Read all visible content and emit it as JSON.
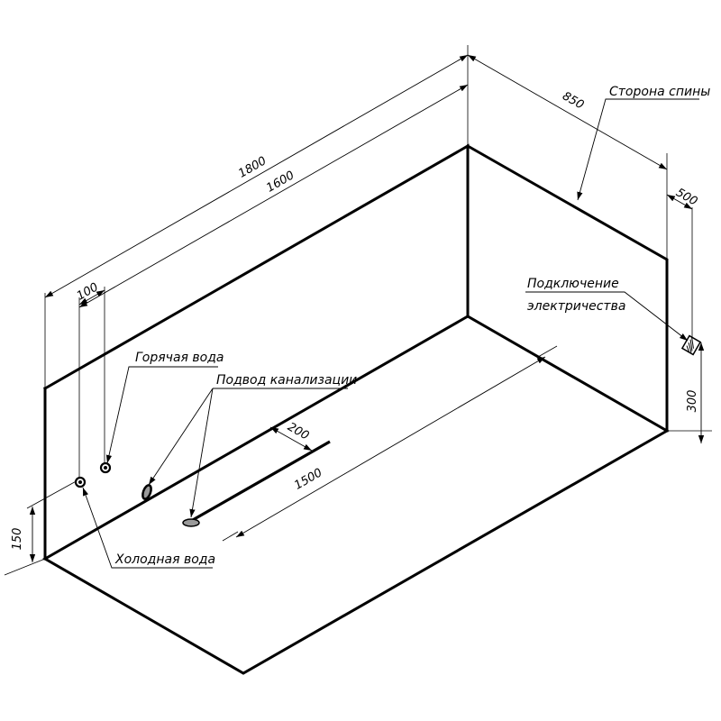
{
  "dimensions": {
    "total_length": "1800",
    "inner_length": "1600",
    "width": "850",
    "offset_500": "500",
    "offset_100": "100",
    "height_300": "300",
    "height_150": "150",
    "drain_offset": "200",
    "drain_length": "1500"
  },
  "labels": {
    "back_side": "Сторона спины",
    "electric_line1": "Подключение",
    "electric_line2": "электричества",
    "hot_water": "Горячая вода",
    "sewer": "Подвод канализации",
    "cold_water": "Холодная вода"
  }
}
